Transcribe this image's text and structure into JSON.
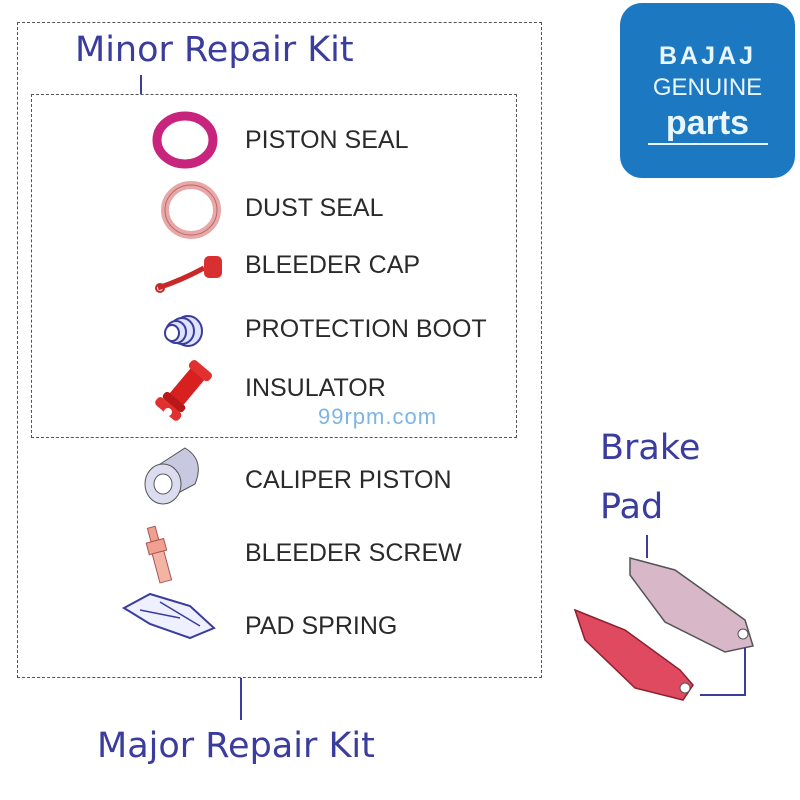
{
  "titles": {
    "minor": "Minor Repair Kit",
    "major": "Major Repair Kit",
    "brake_line1": "Brake",
    "brake_line2": "Pad"
  },
  "parts": [
    "PISTON SEAL",
    "DUST SEAL",
    "BLEEDER CAP",
    "PROTECTION BOOT",
    "INSULATOR",
    "CALIPER PISTON",
    "BLEEDER SCREW",
    "PAD SPRING"
  ],
  "logo": {
    "brand": "BAJAJ",
    "line2": "GENUINE",
    "line3": "parts"
  },
  "watermark": "99rpm.com",
  "colors": {
    "title": "#3a3c9e",
    "logo_bg": "#1c78c0",
    "piston_seal": "#c8247e",
    "dust_seal": "#e8a8a8",
    "insulator": "#d82020",
    "brake_pad": "#e04a60"
  }
}
